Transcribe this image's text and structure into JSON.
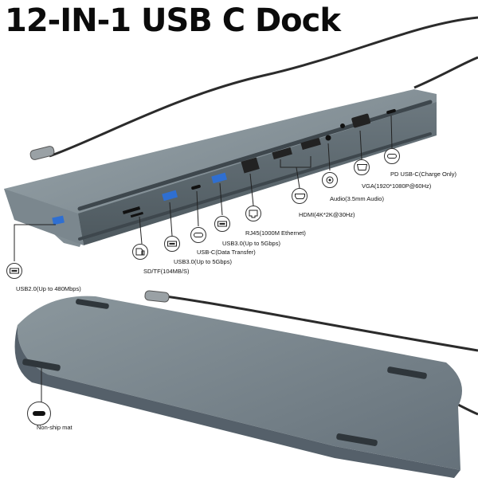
{
  "title": "12-IN-1 USB C Dock",
  "colors": {
    "dock_top": "#7f8c93",
    "dock_face": "#5f6b72",
    "dock_dark": "#3e474d",
    "cable": "#2b2b2b",
    "port_blue": "#2f6fd1",
    "leader": "#222222"
  },
  "ports": [
    {
      "name": "usb2",
      "label": "USB2.0(Up to 480Mbps)",
      "icon": "usb-a-icon"
    },
    {
      "name": "sd-tf",
      "label": "SD/TF(104MB/S)",
      "icon": "sd-card-icon"
    },
    {
      "name": "usb3-a",
      "label": "USB3.0(Up to 5Gbps)",
      "icon": "usb-a-icon"
    },
    {
      "name": "usb-c-data",
      "label": "USB-C(Data Transfer)",
      "icon": "usb-c-icon"
    },
    {
      "name": "usb3-b",
      "label": "USB3.0(Up to 5Gbps)",
      "icon": "usb-a-icon"
    },
    {
      "name": "rj45",
      "label": "RJ45(1000M Ethernet)",
      "icon": "ethernet-icon"
    },
    {
      "name": "hdmi",
      "label": "HDMI(4K*2K@30Hz)",
      "icon": "hdmi-icon"
    },
    {
      "name": "audio",
      "label": "Audio(3.5mm Audio)",
      "icon": "audio-jack-icon"
    },
    {
      "name": "vga",
      "label": "VGA(1920*1080P@60Hz)",
      "icon": "vga-icon"
    },
    {
      "name": "pd-usb-c",
      "label": "PD USB-C(Charge Only)",
      "icon": "usb-c-icon"
    }
  ],
  "bottom_label": {
    "label": "Non-ship mat",
    "icon": "non-slip-mat-icon"
  }
}
